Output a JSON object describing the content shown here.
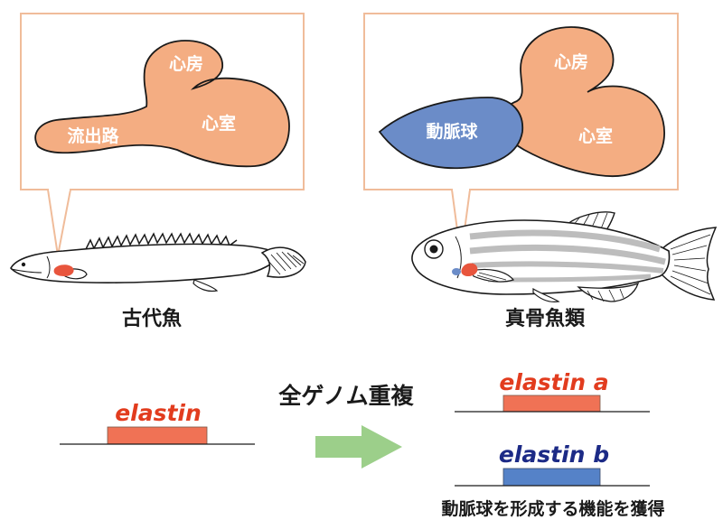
{
  "left_panel": {
    "chamber_labels": {
      "atrium": "心房",
      "ventricle": "心室",
      "outflow": "流出路"
    },
    "fish_caption": "古代魚"
  },
  "right_panel": {
    "chamber_labels": {
      "atrium": "心房",
      "ventricle": "心室",
      "bulbus": "動脈球"
    },
    "fish_caption": "真骨魚類"
  },
  "genes": {
    "ancestral": "elastin",
    "duplication_label": "全ゲノム重複",
    "copy_a": "elastin a",
    "copy_b": "elastin b",
    "function_note": "動脈球を形成する機能を獲得"
  },
  "colors": {
    "heart_tissue": "#f4ad82",
    "bulbus": "#6b8cc8",
    "heart_spot": "#e8553d",
    "gene_red": "#f07255",
    "gene_blue": "#5582c8",
    "label_red": "#e23c1e",
    "label_navy": "#1c2a86",
    "arrow_green": "#9ccf8a",
    "frame": "#f0bc9a"
  }
}
